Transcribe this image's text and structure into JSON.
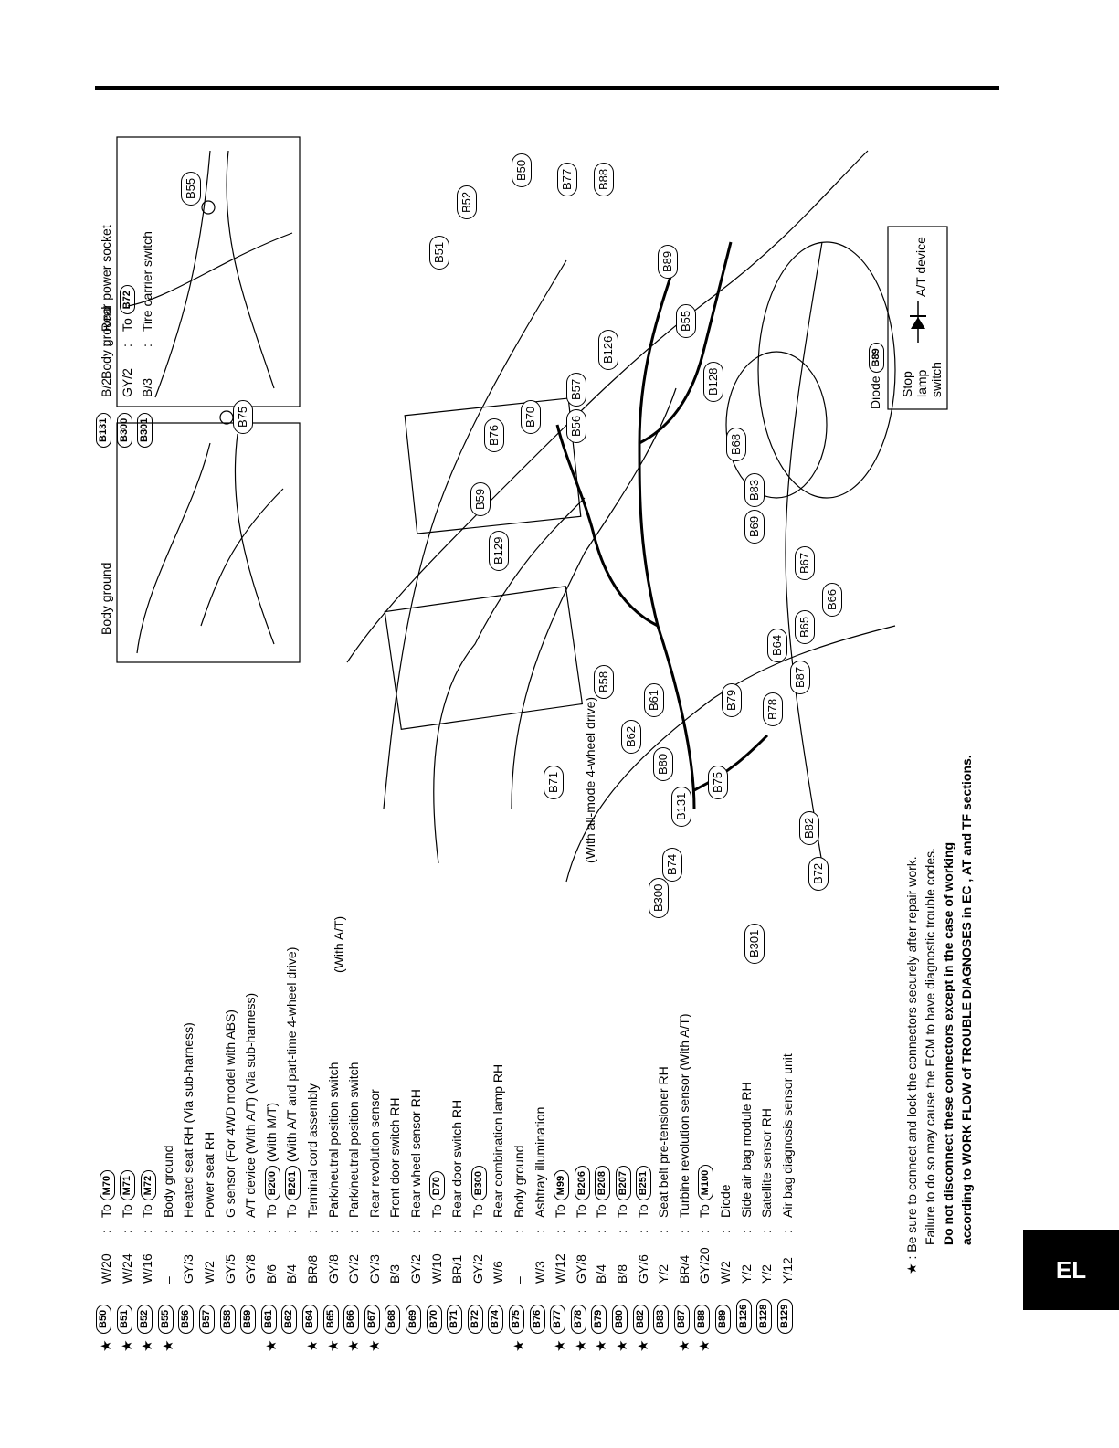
{
  "section_tab": "EL",
  "legend": [
    {
      "star": true,
      "code": "B50",
      "wire": "W/20",
      "desc_prefix": "To",
      "ref": "M70",
      "desc": ""
    },
    {
      "star": true,
      "code": "B51",
      "wire": "W/24",
      "desc_prefix": "To",
      "ref": "M71",
      "desc": ""
    },
    {
      "star": true,
      "code": "B52",
      "wire": "W/16",
      "desc_prefix": "To",
      "ref": "M72",
      "desc": ""
    },
    {
      "star": true,
      "code": "B55",
      "wire": "–",
      "desc_prefix": "",
      "ref": "",
      "desc": "Body ground"
    },
    {
      "star": false,
      "code": "B56",
      "wire": "GY/3",
      "desc_prefix": "",
      "ref": "",
      "desc": "Heated seat RH (Via sub-harness)"
    },
    {
      "star": false,
      "code": "B57",
      "wire": "W/2",
      "desc_prefix": "",
      "ref": "",
      "desc": "Power seat RH"
    },
    {
      "star": false,
      "code": "B58",
      "wire": "GY/5",
      "desc_prefix": "",
      "ref": "",
      "desc": "G sensor (For 4WD model with ABS)"
    },
    {
      "star": false,
      "code": "B59",
      "wire": "GY/8",
      "desc_prefix": "",
      "ref": "",
      "desc": "A/T device (With A/T) (Via sub-harness)"
    },
    {
      "star": true,
      "code": "B61",
      "wire": "B/6",
      "desc_prefix": "To",
      "ref": "B200",
      "desc": "(With M/T)"
    },
    {
      "star": false,
      "code": "B62",
      "wire": "B/4",
      "desc_prefix": "To",
      "ref": "B201",
      "desc": "(With A/T and part-time 4-wheel drive)"
    },
    {
      "star": true,
      "code": "B64",
      "wire": "BR/8",
      "desc_prefix": "",
      "ref": "",
      "desc": "Terminal cord assembly"
    },
    {
      "star": true,
      "code": "B65",
      "wire": "GY/8",
      "desc_prefix": "",
      "ref": "",
      "desc": "Park/neutral position switch"
    },
    {
      "star": true,
      "code": "B66",
      "wire": "GY/2",
      "desc_prefix": "",
      "ref": "",
      "desc": "Park/neutral position switch"
    },
    {
      "star": true,
      "code": "B67",
      "wire": "GY/3",
      "desc_prefix": "",
      "ref": "",
      "desc": "Rear revolution sensor"
    },
    {
      "star": false,
      "code": "B68",
      "wire": "B/3",
      "desc_prefix": "",
      "ref": "",
      "desc": "Front door switch RH"
    },
    {
      "star": false,
      "code": "B69",
      "wire": "GY/2",
      "desc_prefix": "",
      "ref": "",
      "desc": "Rear wheel sensor RH"
    },
    {
      "star": false,
      "code": "B70",
      "wire": "W/10",
      "desc_prefix": "To",
      "ref": "D70",
      "desc": ""
    },
    {
      "star": false,
      "code": "B71",
      "wire": "BR/1",
      "desc_prefix": "",
      "ref": "",
      "desc": "Rear door switch RH"
    },
    {
      "star": false,
      "code": "B72",
      "wire": "GY/2",
      "desc_prefix": "To",
      "ref": "B300",
      "desc": ""
    },
    {
      "star": false,
      "code": "B74",
      "wire": "W/6",
      "desc_prefix": "",
      "ref": "",
      "desc": "Rear combination lamp RH"
    },
    {
      "star": true,
      "code": "B75",
      "wire": "–",
      "desc_prefix": "",
      "ref": "",
      "desc": "Body ground"
    },
    {
      "star": false,
      "code": "B76",
      "wire": "W/3",
      "desc_prefix": "",
      "ref": "",
      "desc": "Ashtray illumination"
    },
    {
      "star": true,
      "code": "B77",
      "wire": "W/12",
      "desc_prefix": "To",
      "ref": "M99",
      "desc": ""
    },
    {
      "star": true,
      "code": "B78",
      "wire": "GY/8",
      "desc_prefix": "To",
      "ref": "B206",
      "desc": ""
    },
    {
      "star": true,
      "code": "B79",
      "wire": "B/4",
      "desc_prefix": "To",
      "ref": "B208",
      "desc": ""
    },
    {
      "star": true,
      "code": "B80",
      "wire": "B/8",
      "desc_prefix": "To",
      "ref": "B207",
      "desc": ""
    },
    {
      "star": true,
      "code": "B82",
      "wire": "GY/6",
      "desc_prefix": "To",
      "ref": "B251",
      "desc": ""
    },
    {
      "star": false,
      "code": "B83",
      "wire": "Y/2",
      "desc_prefix": "",
      "ref": "",
      "desc": "Seat belt pre-tensioner RH"
    },
    {
      "star": true,
      "code": "B87",
      "wire": "BR/4",
      "desc_prefix": "",
      "ref": "",
      "desc": "Turbine revolution sensor (With A/T)"
    },
    {
      "star": true,
      "code": "B88",
      "wire": "GY/20",
      "desc_prefix": "To",
      "ref": "M100",
      "desc": ""
    },
    {
      "star": false,
      "code": "B89",
      "wire": "W/2",
      "desc_prefix": "",
      "ref": "",
      "desc": "Diode"
    },
    {
      "star": false,
      "code": "B126",
      "wire": "Y/2",
      "desc_prefix": "",
      "ref": "",
      "desc": "Side air bag module RH"
    },
    {
      "star": false,
      "code": "B128",
      "wire": "Y/2",
      "desc_prefix": "",
      "ref": "",
      "desc": "Satellite sensor RH"
    },
    {
      "star": false,
      "code": "B129",
      "wire": "Y/12",
      "desc_prefix": "",
      "ref": "",
      "desc": "Air bag diagnosis sensor unit"
    }
  ],
  "brace_with_at": "(With A/T)",
  "brace_all_mode": "(With all-mode 4-wheel drive)",
  "legend2": [
    {
      "code": "B131",
      "wire": "B/2",
      "desc_prefix": "",
      "ref": "",
      "desc": "Rear power socket"
    },
    {
      "code": "B300",
      "wire": "GY/2",
      "desc_prefix": "To",
      "ref": "B72",
      "desc": ""
    },
    {
      "code": "B301",
      "wire": "B/3",
      "desc_prefix": "",
      "ref": "",
      "desc": "Tire carrier switch"
    }
  ],
  "notes": {
    "line1": ": Be sure to connect and lock the connectors securely after repair work.",
    "line2": "Failure to do so may cause the ECM to have diagnostic trouble codes.",
    "line3": "Do not disconnect these connectors except in the case of working",
    "line4": "according to WORK FLOW of TROUBLE DIAGNOSES in EC , AT and TF sections."
  },
  "insets": {
    "body_ground_1": "Body ground",
    "body_ground_2": "Body ground",
    "b75": "B75",
    "b55": "B55"
  },
  "diode": {
    "title": "Diode",
    "ref": "B89",
    "left_label": "Stop lamp switch",
    "right_label": "A/T device"
  },
  "callouts": [
    "B50",
    "B77",
    "B88",
    "B52",
    "B51",
    "B89",
    "B55",
    "B126",
    "B128",
    "B57",
    "B56",
    "B70",
    "B76",
    "B68",
    "B83",
    "B59",
    "B69",
    "B67",
    "B129",
    "B66",
    "B65",
    "B64",
    "B58",
    "B87",
    "B79",
    "B78",
    "B61",
    "B62",
    "B80",
    "B71",
    "B75",
    "B131",
    "B82",
    "B74",
    "B72",
    "B300",
    "B301"
  ]
}
